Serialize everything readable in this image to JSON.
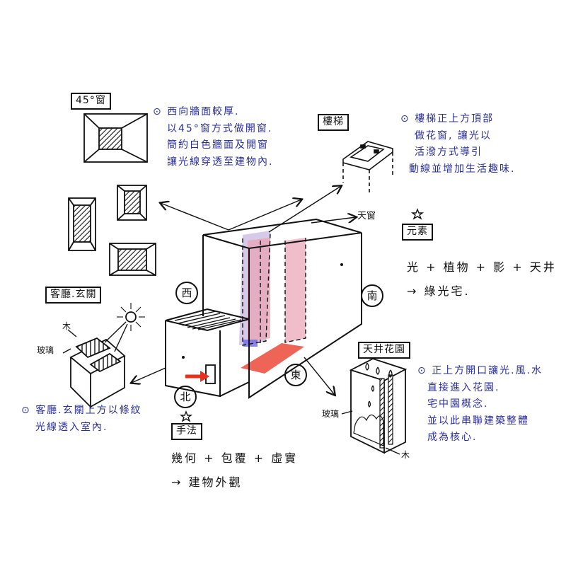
{
  "labels": {
    "window45": "45°窗",
    "stairs": "樓梯",
    "living": "客廳.玄關",
    "elements": "元素",
    "method": "手法",
    "courtyard": "天井花園",
    "skylight": "天窗",
    "west": "西",
    "south": "南",
    "east": "東",
    "north": "北",
    "glass_left": "玻璃",
    "wood_left": "木",
    "glass_right": "玻璃",
    "wood_right": "木"
  },
  "notes": {
    "west_wall": [
      "西向牆面較厚.",
      "以45°窗方式做開窗.",
      "簡約白色牆面及開窗",
      "讓光線穿透至建物內."
    ],
    "stair_top": [
      "樓梯正上方頂部",
      "做花窗, 讓光以",
      "活潑方式導引",
      "動線並增加生活趣味."
    ],
    "elements": [
      "光 + 植物 + 影 + 天井",
      "→ 綠光宅."
    ],
    "living": [
      "客廳.玄關上方以條紋",
      "光線透入室內."
    ],
    "method": [
      "幾何 + 包覆 + 虛實",
      "→ 建物外觀"
    ],
    "courtyard": [
      "正上方開口讓光.風.水",
      "直接進入花園.",
      "宅中園概念.",
      "並以此串聯建築整體",
      "成為核心."
    ]
  },
  "bullet": "⊙",
  "colors": {
    "ink": "#111111",
    "blue_ink": "#2a2f9a",
    "pink": "#e9a3b4",
    "red": "#e8301e",
    "purple": "#b9a8d8"
  }
}
